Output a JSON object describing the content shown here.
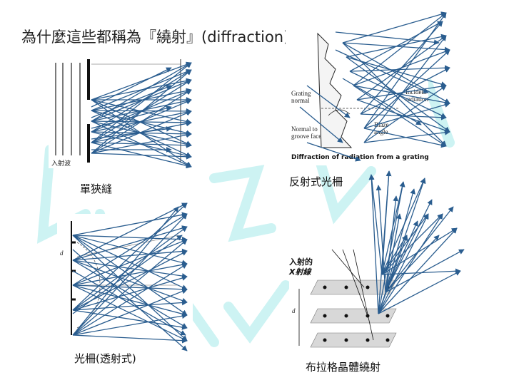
{
  "title": "為什麼這些都稱為『繞射』(diffraction)？",
  "captions": {
    "single_slit": "單狹縫",
    "reflection_grating": "反射式光柵",
    "transmission_grating": "光柵(透射式)",
    "bragg": "布拉格晶體繞射"
  },
  "single_slit_fig": {
    "label_incident": "入射波"
  },
  "reflection_fig": {
    "grating_normal": "Grating normal",
    "incident": "Incident radiation",
    "blaze": "Blaze angle",
    "normal_face": "Normal to groove face",
    "caption": "Diffraction of radiation from a grating"
  },
  "transmission_fig": {
    "d_label": "d"
  },
  "bragg_fig": {
    "incident_label_1": "入射的",
    "incident_label_2": "X射線",
    "d_label": "d"
  },
  "colors": {
    "arrow": "#2a5d8f",
    "title": "#222222",
    "watermark": "#4fd6d6"
  }
}
